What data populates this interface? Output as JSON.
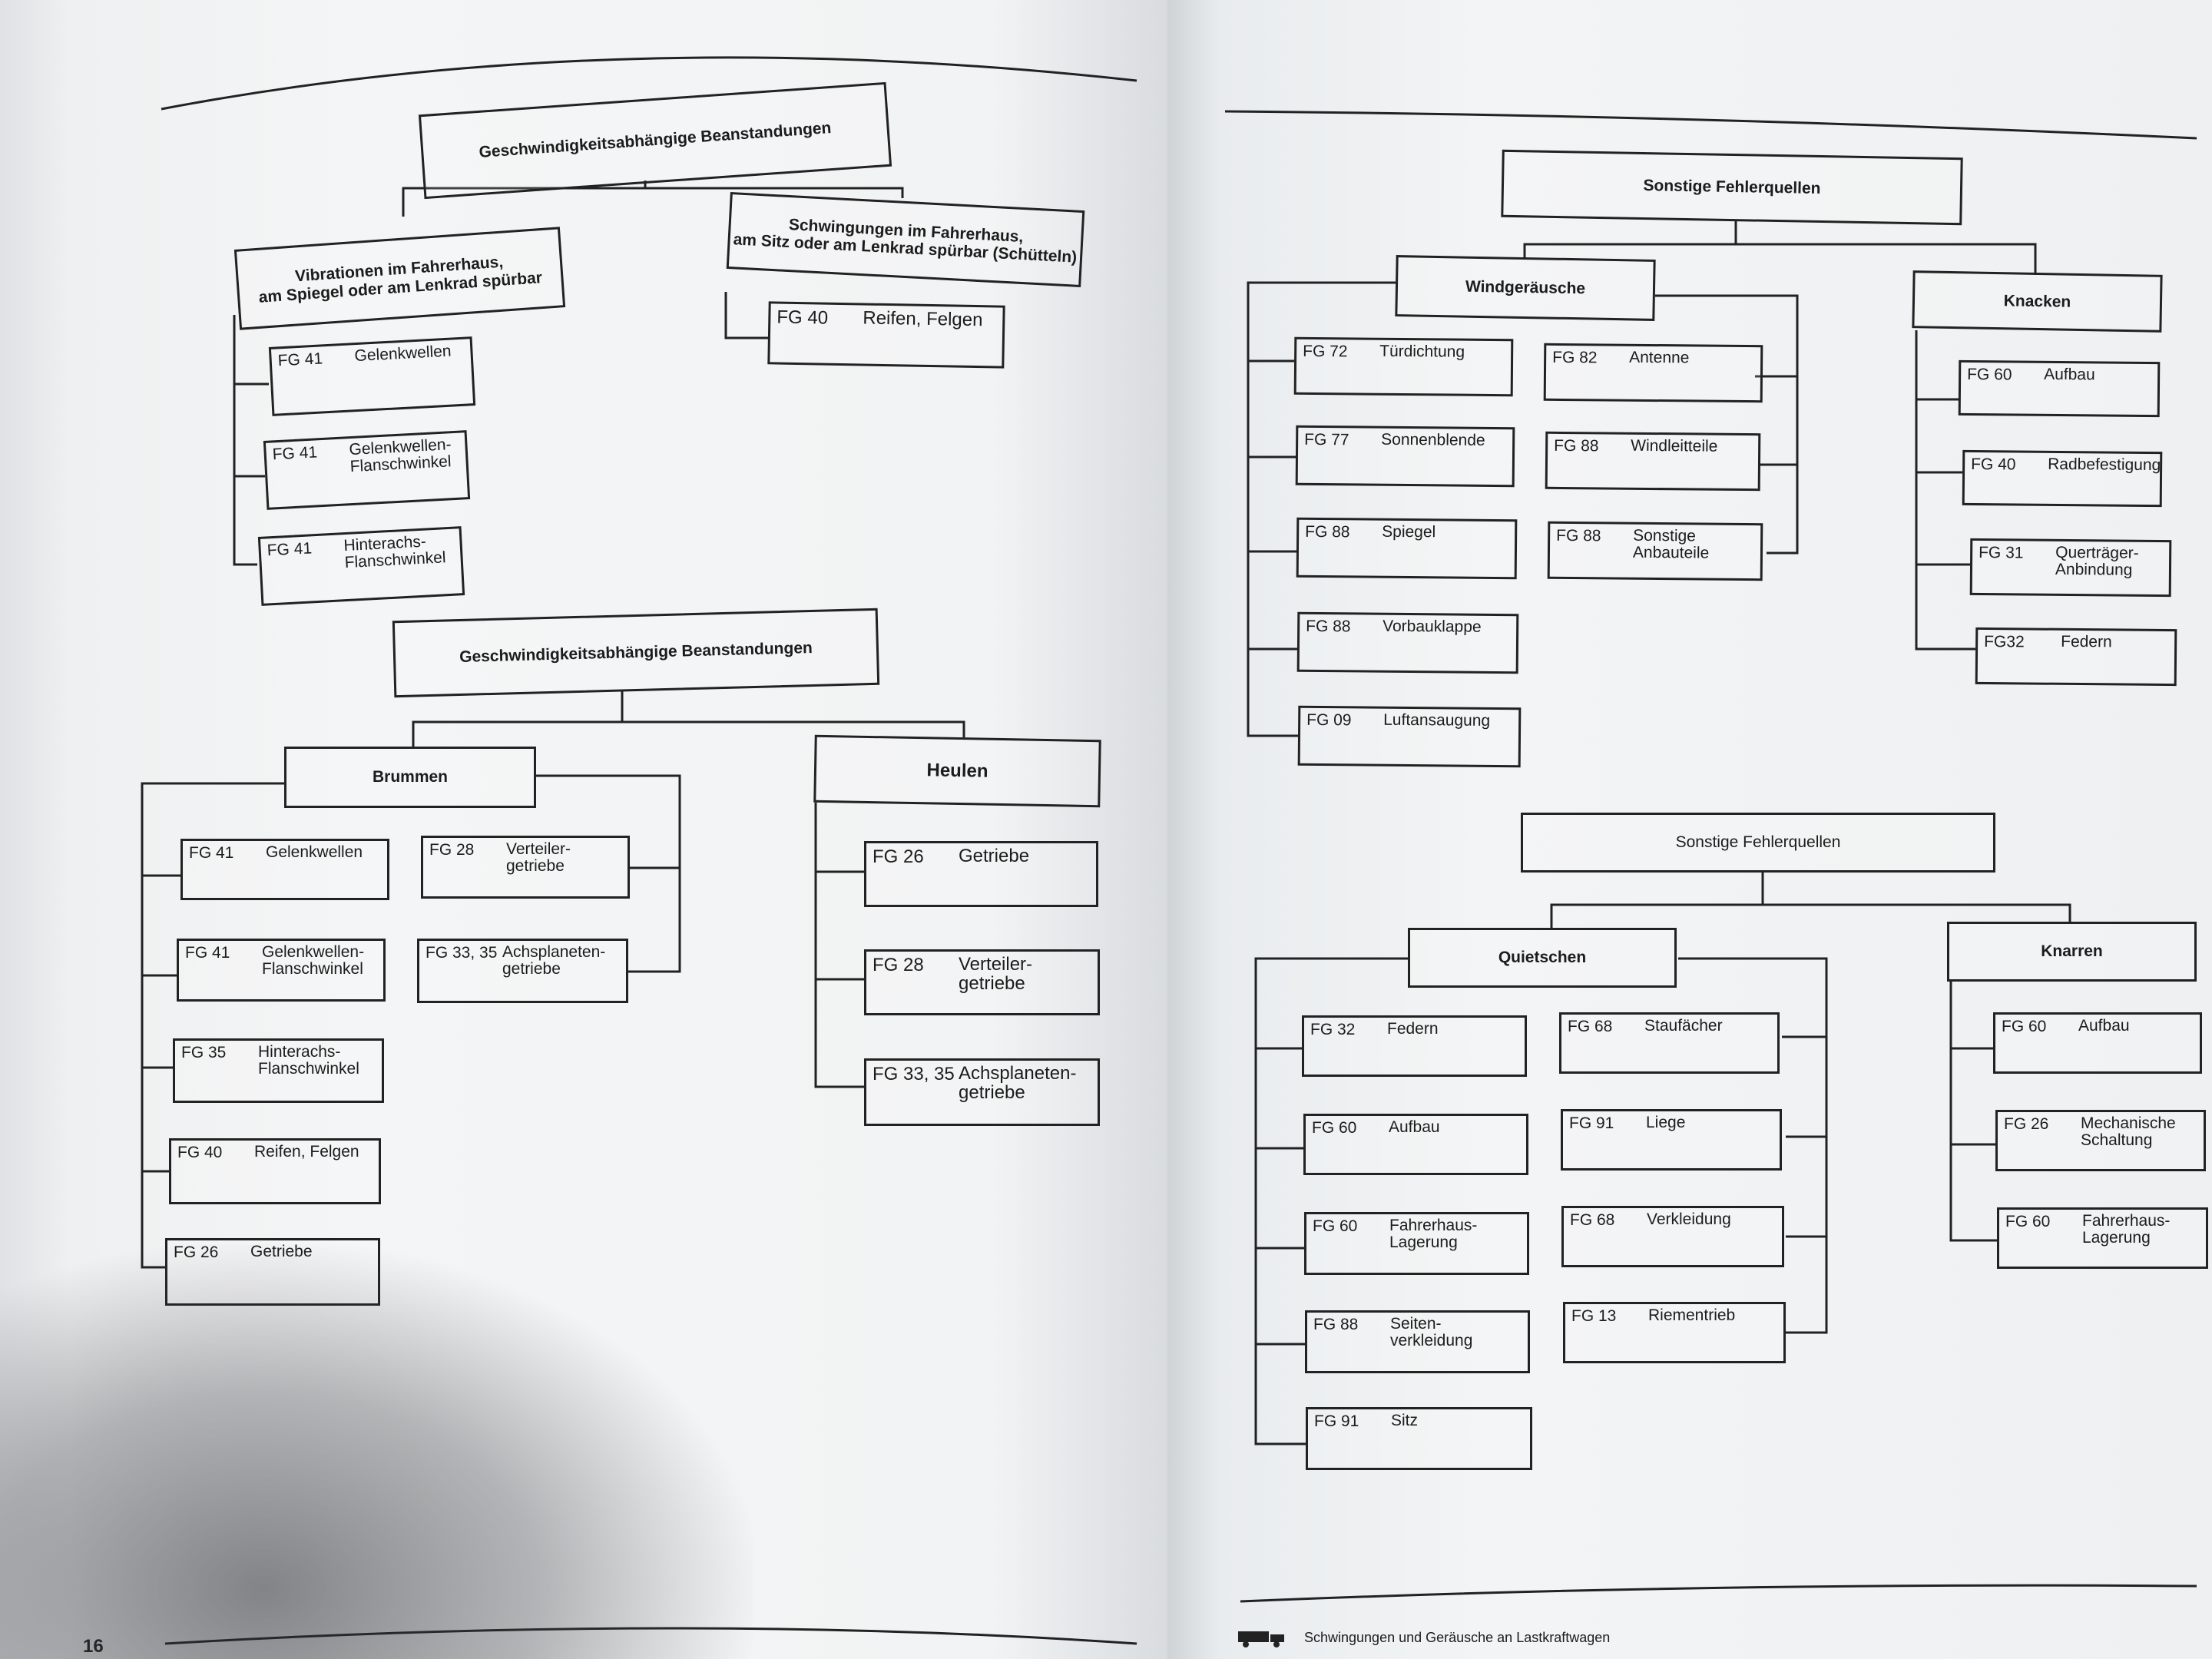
{
  "left_page": {
    "page_number": "16",
    "tree1": {
      "root": "Geschwindigkeitsabhängige Beanstandungen",
      "branch_a": {
        "title": "Vibrationen im Fahrerhaus,\nam Spiegel oder am Lenkrad spürbar",
        "items": [
          {
            "code": "FG 41",
            "label": "Gelenkwellen"
          },
          {
            "code": "FG 41",
            "label": "Gelenkwellen-\nFlanschwinkel"
          },
          {
            "code": "FG 41",
            "label": "Hinterachs-\nFlanschwinkel"
          }
        ]
      },
      "branch_b": {
        "title": "Schwingungen im Fahrerhaus,\nam Sitz oder am Lenkrad spürbar (Schütteln)",
        "items": [
          {
            "code": "FG 40",
            "label": "Reifen, Felgen"
          }
        ]
      }
    },
    "tree2": {
      "root": "Geschwindigkeitsabhängige Beanstandungen",
      "brummen": {
        "title": "Brummen",
        "col1": [
          {
            "code": "FG 41",
            "label": "Gelenkwellen"
          },
          {
            "code": "FG 41",
            "label": "Gelenkwellen-\nFlanschwinkel"
          },
          {
            "code": "FG 35",
            "label": "Hinterachs-\nFlanschwinkel"
          },
          {
            "code": "FG 40",
            "label": "Reifen, Felgen"
          },
          {
            "code": "FG 26",
            "label": "Getriebe"
          }
        ],
        "col2": [
          {
            "code": "FG 28",
            "label": "Verteiler-\ngetriebe"
          },
          {
            "code": "FG 33, 35",
            "label": "Achsplaneten-\ngetriebe"
          }
        ]
      },
      "heulen": {
        "title": "Heulen",
        "items": [
          {
            "code": "FG 26",
            "label": "Getriebe"
          },
          {
            "code": "FG 28",
            "label": "Verteiler-\ngetriebe"
          },
          {
            "code": "FG 33, 35",
            "label": "Achsplaneten-\ngetriebe"
          }
        ]
      }
    }
  },
  "right_page": {
    "footer": "Schwingungen und Geräusche an Lastkraftwagen",
    "tree3": {
      "root": "Sonstige Fehlerquellen",
      "wind": {
        "title": "Windgeräusche",
        "col1": [
          {
            "code": "FG 72",
            "label": "Türdichtung"
          },
          {
            "code": "FG 77",
            "label": "Sonnenblende"
          },
          {
            "code": "FG 88",
            "label": "Spiegel"
          },
          {
            "code": "FG 88",
            "label": "Vorbauklappe"
          },
          {
            "code": "FG 09",
            "label": "Luftansaugung"
          }
        ],
        "col2": [
          {
            "code": "FG 82",
            "label": "Antenne"
          },
          {
            "code": "FG 88",
            "label": "Windleitteile"
          },
          {
            "code": "FG 88",
            "label": "Sonstige\nAnbauteile"
          }
        ]
      },
      "knacken": {
        "title": "Knacken",
        "items": [
          {
            "code": "FG 60",
            "label": "Aufbau"
          },
          {
            "code": "FG 40",
            "label": "Radbefestigung"
          },
          {
            "code": "FG 31",
            "label": "Querträger-\nAnbindung"
          },
          {
            "code": "FG32",
            "label": "Federn"
          }
        ]
      }
    },
    "tree4": {
      "root": "Sonstige Fehlerquellen",
      "quietschen": {
        "title": "Quietschen",
        "col1": [
          {
            "code": "FG 32",
            "label": "Federn"
          },
          {
            "code": "FG 60",
            "label": "Aufbau"
          },
          {
            "code": "FG 60",
            "label": "Fahrerhaus-\nLagerung"
          },
          {
            "code": "FG 88",
            "label": "Seiten-\nverkleidung"
          },
          {
            "code": "FG 91",
            "label": "Sitz"
          }
        ],
        "col2": [
          {
            "code": "FG 68",
            "label": "Staufächer"
          },
          {
            "code": "FG 91",
            "label": "Liege"
          },
          {
            "code": "FG 68",
            "label": "Verkleidung"
          },
          {
            "code": "FG 13",
            "label": "Riementrieb"
          }
        ]
      },
      "knarren": {
        "title": "Knarren",
        "items": [
          {
            "code": "FG 60",
            "label": "Aufbau"
          },
          {
            "code": "FG 26",
            "label": "Mechanische\nSchaltung"
          },
          {
            "code": "FG 60",
            "label": "Fahrerhaus-\nLagerung"
          }
        ]
      }
    }
  }
}
